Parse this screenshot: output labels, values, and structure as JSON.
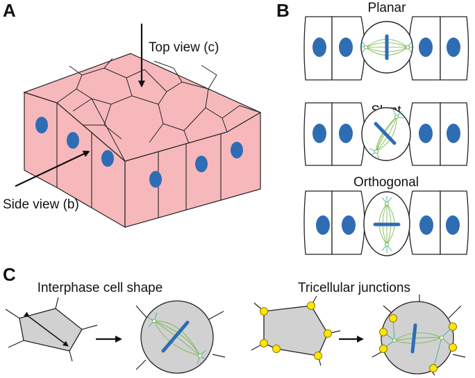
{
  "panels": {
    "a": {
      "letter": "A",
      "top_view_label": "Top view (c)",
      "side_view_label": "Side view (b)"
    },
    "b": {
      "letter": "B",
      "rows": [
        {
          "title": "Planar"
        },
        {
          "title": "Slant"
        },
        {
          "title": "Orthogonal"
        }
      ]
    },
    "c": {
      "letter": "C",
      "left_title": "Interphase cell shape",
      "right_title": "Tricellular junctions"
    }
  },
  "colors": {
    "tissue_pink": "#f7b8bc",
    "nucleus_blue": "#2e6db4",
    "spindle_green": "#6db33f",
    "junction_yellow": "#ffe600",
    "cell_gray": "#d1d1d1"
  },
  "icons": [
    "arrow-right-icon",
    "double-headed-arrow-icon"
  ]
}
